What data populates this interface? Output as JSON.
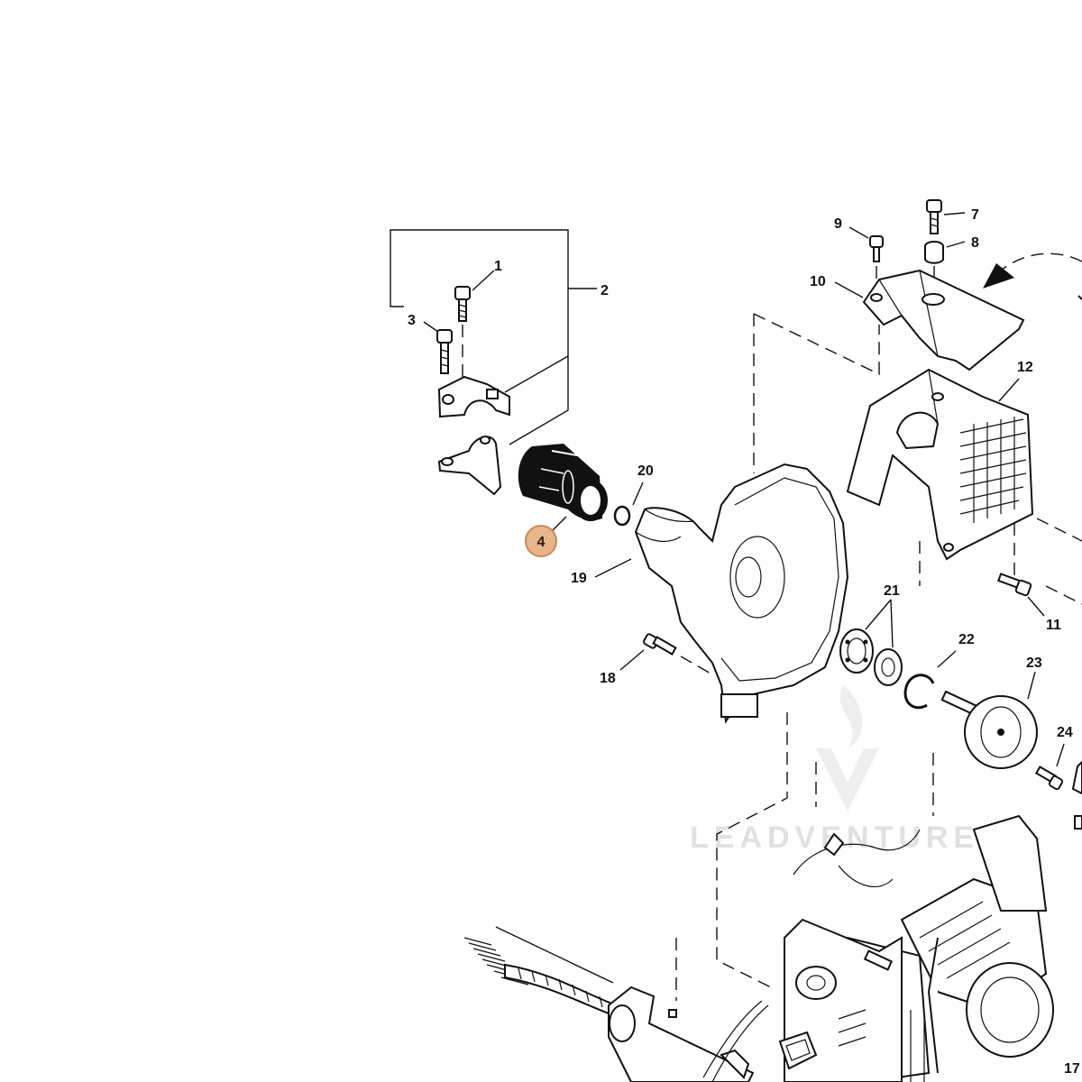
{
  "callouts": {
    "n1": "1",
    "n2": "2",
    "n3": "3",
    "n4": "4",
    "n7": "7",
    "n8": "8",
    "n9": "9",
    "n10": "10",
    "n11": "11",
    "n12": "12",
    "n17": "17",
    "n18": "18",
    "n19": "19",
    "n20": "20",
    "n21": "21",
    "n22": "22",
    "n23": "23",
    "n24": "24"
  },
  "highlight": {
    "part_number": "4",
    "color": "#e8b48a",
    "border_color": "#c98a55"
  },
  "watermark": {
    "text": "LEADVENTURE"
  },
  "colors": {
    "line": "#111111",
    "background": "#ffffff",
    "rubber_part": "#111111"
  }
}
